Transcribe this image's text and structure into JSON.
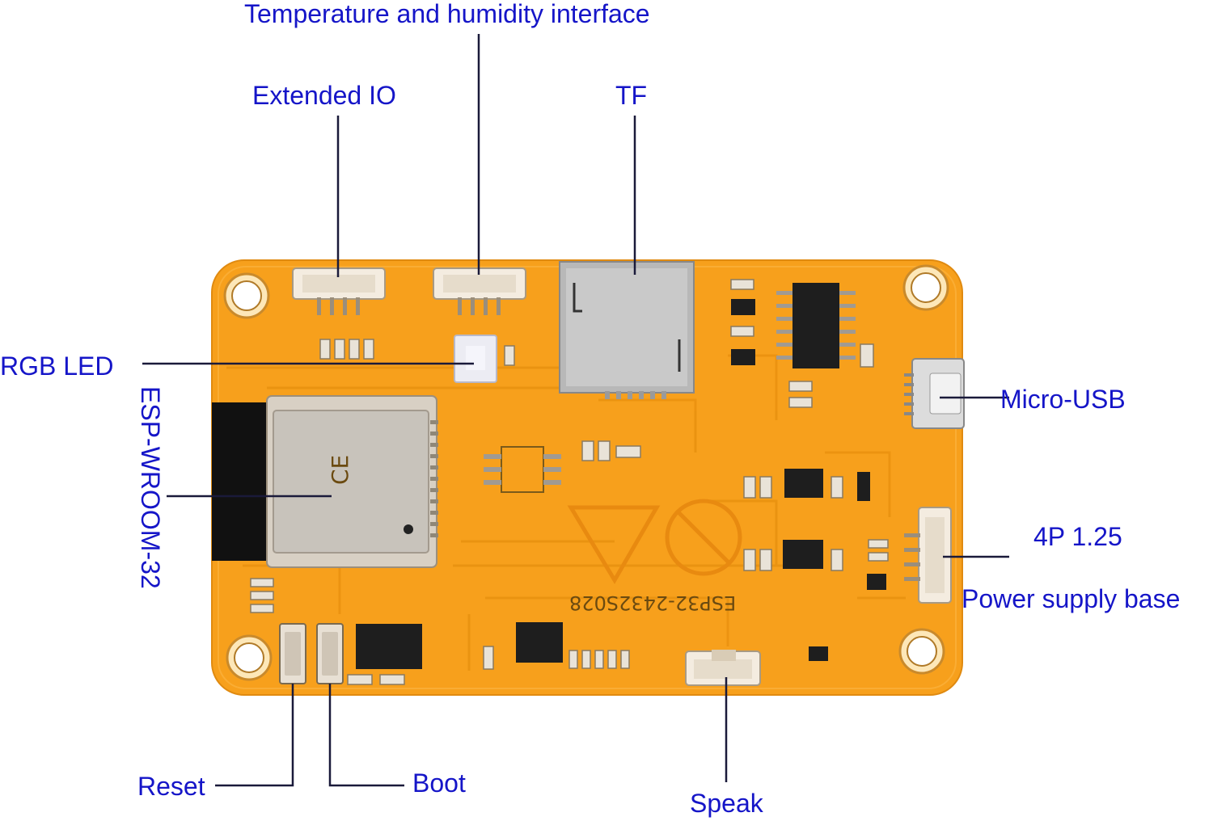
{
  "labels": {
    "temperature_humidity": "Temperature and humidity interface",
    "extended_io": "Extended IO",
    "tf": "TF",
    "rgb_led": "RGB LED",
    "esp_wroom": "ESP-WROOM-32",
    "micro_usb": "Micro-USB",
    "four_p": "4P 1.25",
    "power_supply": "Power supply base",
    "reset": "Reset",
    "boot": "Boot",
    "speak": "Speak"
  },
  "board": {
    "silkscreen_model": "ESP32-2432S028"
  },
  "colors": {
    "label": "#1515c8",
    "pcb": "#f7a01c",
    "leader_line": "#1a1a3a"
  }
}
